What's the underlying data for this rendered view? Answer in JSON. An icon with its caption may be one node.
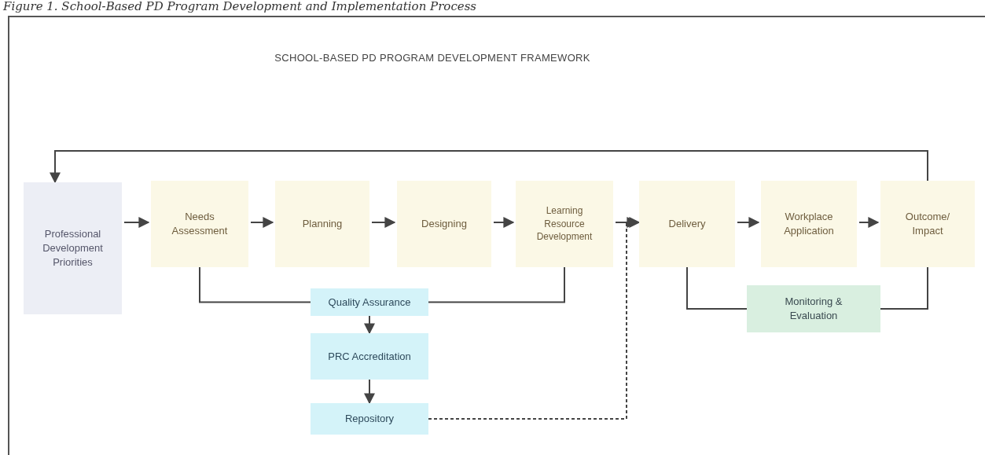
{
  "diagram": {
    "title": "SCHOOL-BASED PD PROGRAM DEVELOPMENT FRAMEWORK",
    "caption": "Figure 1. School-Based PD Program Development and Implementation Process",
    "nodes": [
      {
        "text": [
          "Professional Development Priorities"
        ]
      },
      {
        "text": [
          "Needs Assessment"
        ]
      },
      {
        "text": [
          "Planning"
        ]
      },
      {
        "text": [
          "Designing"
        ]
      },
      {
        "text": [
          "Learning Resource Development"
        ]
      },
      {
        "text": [
          "Delivery"
        ]
      },
      {
        "text": [
          "Workplace Application"
        ]
      },
      {
        "text": [
          "Outcome/ Impact"
        ]
      },
      {
        "text": [
          "Quality Assurance"
        ]
      },
      {
        "text": [
          "PRC Accreditation"
        ]
      },
      {
        "text": [
          "Repository"
        ]
      },
      {
        "text": [
          "Monitoring & Evaluation"
        ]
      }
    ],
    "edges": [
      {
        "from": 0,
        "to": 1,
        "arrow": "to"
      },
      {
        "from": 1,
        "to": 2,
        "arrow": "to"
      },
      {
        "from": 2,
        "to": 3,
        "arrow": "to"
      },
      {
        "from": 3,
        "to": 4,
        "arrow": "to"
      },
      {
        "from": 4,
        "to": 5,
        "arrow": "to"
      },
      {
        "from": 5,
        "to": 6,
        "arrow": "to"
      },
      {
        "from": 6,
        "to": 7,
        "arrow": "to"
      },
      {
        "from": 7,
        "to": 0,
        "arrow": "to"
      },
      {
        "from": 1,
        "to": 8,
        "arrow": "none"
      },
      {
        "from": 4,
        "to": 8,
        "arrow": "none"
      },
      {
        "from": 8,
        "to": 9,
        "arrow": "to"
      },
      {
        "from": 9,
        "to": 10,
        "arrow": "to"
      },
      {
        "from": 10,
        "to": 5,
        "arrow": "to",
        "style": "dashed"
      },
      {
        "from": 5,
        "to": 11,
        "arrow": "none"
      },
      {
        "from": 7,
        "to": 11,
        "arrow": "none"
      }
    ]
  }
}
